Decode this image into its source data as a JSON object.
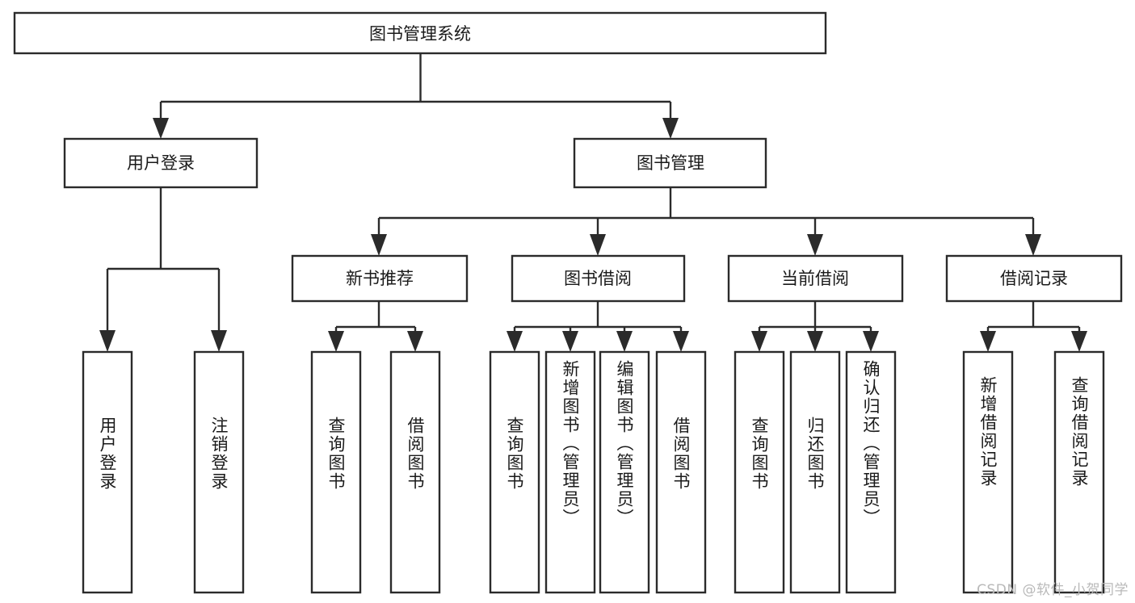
{
  "diagram": {
    "title": "图书管理系统",
    "type": "hierarchy-tree",
    "colors": {
      "box_stroke": "#2b2b2b",
      "box_fill": "#ffffff",
      "text": "#1a1a1a",
      "background": "#ffffff",
      "watermark": "#b9b9b9"
    },
    "root": {
      "label": "图书管理系统",
      "orientation": "horizontal"
    },
    "level2": [
      {
        "label": "用户登录",
        "orientation": "horizontal"
      },
      {
        "label": "图书管理",
        "orientation": "horizontal"
      }
    ],
    "level3": [
      {
        "label": "新书推荐",
        "orientation": "horizontal"
      },
      {
        "label": "图书借阅",
        "orientation": "horizontal"
      },
      {
        "label": "当前借阅",
        "orientation": "horizontal"
      },
      {
        "label": "借阅记录",
        "orientation": "horizontal"
      }
    ],
    "leaves_user_login": [
      {
        "label": "用户登录",
        "orientation": "vertical"
      },
      {
        "label": "注销登录",
        "orientation": "vertical"
      }
    ],
    "leaves_new_books": [
      {
        "label": "查询图书",
        "orientation": "vertical"
      },
      {
        "label": "借阅图书",
        "orientation": "vertical"
      }
    ],
    "leaves_borrow": [
      {
        "label": "查询图书",
        "orientation": "vertical"
      },
      {
        "label": "新增图书（管理员）",
        "orientation": "vertical"
      },
      {
        "label": "编辑图书（管理员）",
        "orientation": "vertical"
      },
      {
        "label": "借阅图书",
        "orientation": "vertical"
      }
    ],
    "leaves_current": [
      {
        "label": "查询图书",
        "orientation": "vertical"
      },
      {
        "label": "归还图书",
        "orientation": "vertical"
      },
      {
        "label": "确认归还（管理员）",
        "orientation": "vertical"
      }
    ],
    "leaves_records": [
      {
        "label": "新增借阅记录",
        "orientation": "vertical"
      },
      {
        "label": "查询借阅记录",
        "orientation": "vertical"
      }
    ]
  },
  "watermark": {
    "text": "CSDN @软件_小贺同学"
  }
}
